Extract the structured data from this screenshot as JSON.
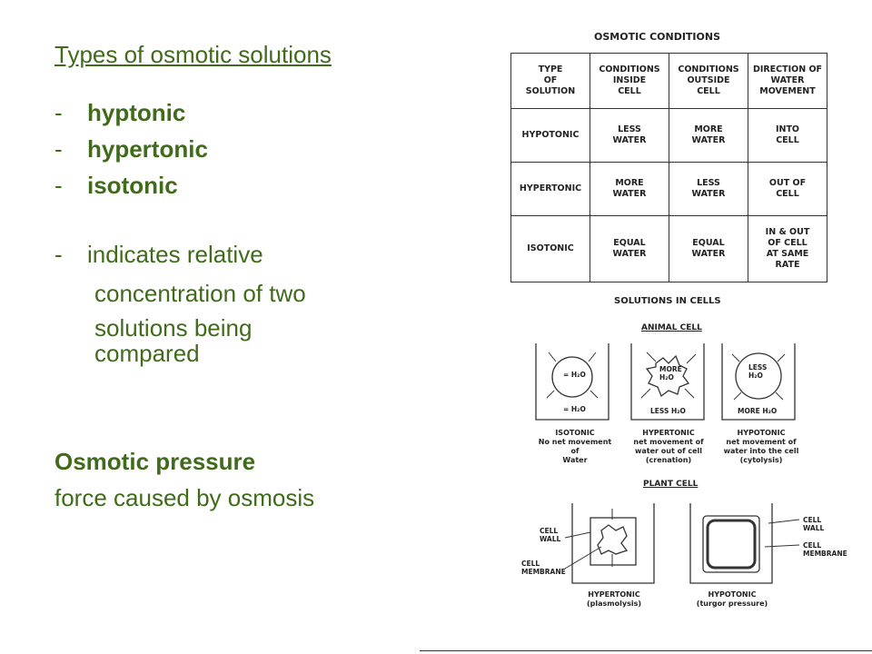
{
  "left": {
    "title": "Types of osmotic solutions",
    "types": [
      {
        "dash": "-",
        "label": "hyptonic"
      },
      {
        "dash": "-",
        "label": "hypertonic"
      },
      {
        "dash": "-",
        "label": "isotonic"
      }
    ],
    "definition": {
      "dash": "-",
      "line1": "indicates relative",
      "line2": "concentration of two",
      "line3": "solutions being",
      "line4": "compared"
    },
    "osmotic_pressure": {
      "term": "Osmotic pressure",
      "definition": "force caused by osmosis"
    }
  },
  "figure": {
    "table_title": "OSMOTIC CONDITIONS",
    "table": [
      [
        "TYPE\nOF\nSOLUTION",
        "CONDITIONS\nINSIDE\nCELL",
        "CONDITIONS\nOUTSIDE\nCELL",
        "DIRECTION OF\nWATER\nMOVEMENT"
      ],
      [
        "HYPOTONIC",
        "LESS\nWATER",
        "MORE\nWATER",
        "INTO\nCELL"
      ],
      [
        "HYPERTONIC",
        "MORE\nWATER",
        "LESS\nWATER",
        "OUT OF\nCELL"
      ],
      [
        "ISOTONIC",
        "EQUAL\nWATER",
        "EQUAL\nWATER",
        "IN & OUT\nOF CELL\nAT SAME\nRATE"
      ]
    ],
    "solutions_title": "SOLUTIONS IN CELLS",
    "animal_title": "ANIMAL CELL",
    "animal": {
      "iso_in": "= H₂O",
      "iso_out": "= H₂O",
      "hyper_in": "MORE\nH₂O",
      "hyper_out": "LESS H₂O",
      "hypo_in": "LESS\nH₂O",
      "hypo_out": "MORE H₂O",
      "cap_iso": "ISOTONIC\nNo net movement of\nWater",
      "cap_hyper": "HYPERTONIC\nnet movement of\nwater out of cell\n(crenation)",
      "cap_hypo": "HYPOTONIC\nnet movement of\nwater into the cell\n(cytolysis)"
    },
    "plant_title": "PLANT CELL",
    "plant": {
      "cell_wall_l": "CELL\nWALL",
      "cell_membrane_l": "CELL\nMEMBRANE",
      "cell_wall_r": "CELL\nWALL",
      "cell_membrane_r": "CELL\nMEMBRANE",
      "cap_hyper": "HYPERTONIC\n(plasmolysis)",
      "cap_hypo": "HYPOTONIC\n(turgor pressure)"
    }
  }
}
